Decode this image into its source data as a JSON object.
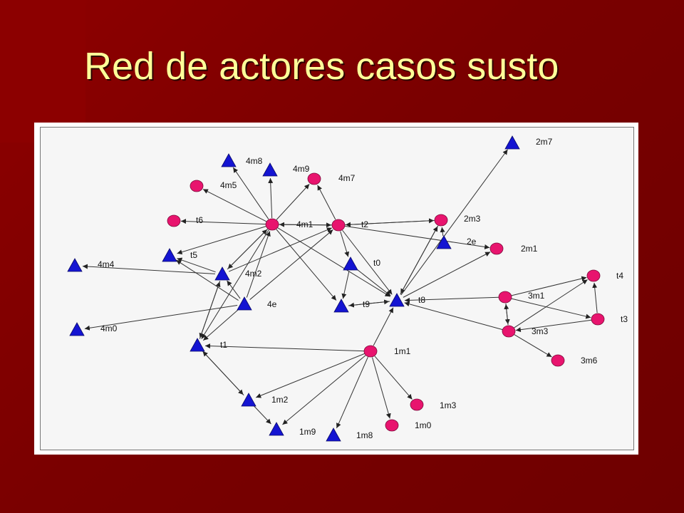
{
  "slide": {
    "title": "Red de actores casos susto"
  },
  "colors": {
    "circle": "#e8146e",
    "triangle": "#1414d2",
    "edge": "#333333"
  },
  "network": {
    "nodes": [
      {
        "id": "4m8",
        "shape": "triangle"
      },
      {
        "id": "4m9",
        "shape": "circle"
      },
      {
        "id": "4m5",
        "shape": "circle"
      },
      {
        "id": "4m7",
        "shape": "none"
      },
      {
        "id": "t6a",
        "label": "t6",
        "shape": "circle"
      },
      {
        "id": "4m1",
        "shape": "circle"
      },
      {
        "id": "t2",
        "shape": "circle"
      },
      {
        "id": "2m3",
        "shape": "circle"
      },
      {
        "id": "2m7",
        "shape": "triangle"
      },
      {
        "id": "2e",
        "shape": "triangle"
      },
      {
        "id": "2m1",
        "shape": "circle"
      },
      {
        "id": "t5",
        "shape": "triangle"
      },
      {
        "id": "4m4",
        "shape": "triangle"
      },
      {
        "id": "4m2",
        "shape": "triangle"
      },
      {
        "id": "t0",
        "shape": "triangle"
      },
      {
        "id": "4e",
        "shape": "triangle"
      },
      {
        "id": "t9",
        "shape": "triangle"
      },
      {
        "id": "t8",
        "shape": "triangle"
      },
      {
        "id": "3m1",
        "shape": "circle"
      },
      {
        "id": "t4",
        "shape": "circle"
      },
      {
        "id": "t3",
        "shape": "circle"
      },
      {
        "id": "3m3",
        "shape": "circle"
      },
      {
        "id": "3m6",
        "shape": "circle"
      },
      {
        "id": "4m0",
        "shape": "triangle"
      },
      {
        "id": "t1",
        "shape": "triangle"
      },
      {
        "id": "1m1",
        "shape": "circle"
      },
      {
        "id": "1m2",
        "shape": "triangle"
      },
      {
        "id": "1m3",
        "shape": "circle"
      },
      {
        "id": "1m0",
        "shape": "circle"
      },
      {
        "id": "1m8",
        "shape": "triangle"
      },
      {
        "id": "1m9",
        "shape": "triangle"
      },
      {
        "id": "tri_4m8b",
        "label": "",
        "shape": "triangle"
      }
    ],
    "edges": [
      [
        "4m1",
        "4m8"
      ],
      [
        "4m1",
        "tri_4m8b"
      ],
      [
        "4m1",
        "4m9"
      ],
      [
        "4m1",
        "4m5"
      ],
      [
        "4m1",
        "t6a"
      ],
      [
        "4m1",
        "t5"
      ],
      [
        "4m1",
        "4m2"
      ],
      [
        "4m1",
        "t9"
      ],
      [
        "4m1",
        "t8"
      ],
      [
        "4m1",
        "t1"
      ],
      [
        "t2",
        "4m1"
      ],
      [
        "4m1",
        "t2"
      ],
      [
        "t2",
        "4m9"
      ],
      [
        "t2",
        "t0"
      ],
      [
        "t2",
        "t8"
      ],
      [
        "t2",
        "2m3"
      ],
      [
        "2m3",
        "t2"
      ],
      [
        "t2",
        "2m1"
      ],
      [
        "2m3",
        "t8"
      ],
      [
        "t8",
        "2m3"
      ],
      [
        "t8",
        "2m7"
      ],
      [
        "2e",
        "2m3"
      ],
      [
        "t8",
        "2m1"
      ],
      [
        "4m2",
        "4m4"
      ],
      [
        "4m2",
        "t5"
      ],
      [
        "4m2",
        "4m1"
      ],
      [
        "4m2",
        "t2"
      ],
      [
        "4m2",
        "t1"
      ],
      [
        "t1",
        "4m2"
      ],
      [
        "4e",
        "t5"
      ],
      [
        "4e",
        "4m2"
      ],
      [
        "4e",
        "4m1"
      ],
      [
        "4e",
        "t2"
      ],
      [
        "4e",
        "t1"
      ],
      [
        "4e",
        "4m0"
      ],
      [
        "t0",
        "t9"
      ],
      [
        "t9",
        "t8"
      ],
      [
        "t8",
        "t9"
      ],
      [
        "t0",
        "t8"
      ],
      [
        "3m1",
        "t8"
      ],
      [
        "3m3",
        "t8"
      ],
      [
        "3m1",
        "3m3"
      ],
      [
        "3m3",
        "3m1"
      ],
      [
        "3m1",
        "t4"
      ],
      [
        "3m3",
        "t4"
      ],
      [
        "3m1",
        "t3"
      ],
      [
        "t3",
        "3m3"
      ],
      [
        "t3",
        "t4"
      ],
      [
        "3m3",
        "3m6"
      ],
      [
        "1m1",
        "t1"
      ],
      [
        "1m1",
        "t8"
      ],
      [
        "1m1",
        "1m2"
      ],
      [
        "1m1",
        "1m9"
      ],
      [
        "1m1",
        "1m8"
      ],
      [
        "1m1",
        "1m0"
      ],
      [
        "1m1",
        "1m3"
      ],
      [
        "t1",
        "1m2"
      ],
      [
        "1m2",
        "t1"
      ],
      [
        "1m2",
        "1m9"
      ]
    ]
  }
}
